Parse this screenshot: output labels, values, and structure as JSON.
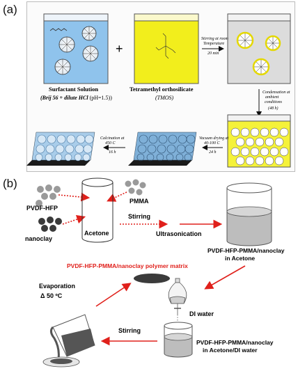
{
  "panel_a": {
    "label": "(a)",
    "plus": "+",
    "surfactant": {
      "title": "Surfactant Solution",
      "subtitle_pre": "(Brij 56 + dilute HCl",
      "subtitle_ph": " (pH=1.5))"
    },
    "tmos": {
      "title": "Tetramethyl orthosilicate",
      "subtitle": "(TMOS)"
    },
    "step_stirring": {
      "line1": "Stirring at room",
      "line2": "Temperature",
      "line3": "20 min"
    },
    "step_condensation": {
      "line1": "Condensation at",
      "line2": "ambient",
      "line3": "conditions",
      "line4": "(48 h)"
    },
    "step_vacuum": {
      "line1": "Vacuum drying at",
      "line2": "40-100  C",
      "line3": "24 h"
    },
    "step_calcination": {
      "line1": "Calcination at",
      "line2": "450  C",
      "line3": "16 h"
    }
  },
  "panel_b": {
    "label": "(b)",
    "pvdf_hfp": "PVDF-HFP",
    "pmma": "PMMA",
    "nanoclay": "nanoclay",
    "acetone": "Acetone",
    "stirring_top": "Stirring",
    "ultrasonication": "Ultrasonication",
    "product_acetone": {
      "line1": "PVDF-HFP-PMMA/nanoclay",
      "line2": "in Acetone"
    },
    "polymer_matrix": "PVDF-HFP-PMMA/nanoclay polymer matrix",
    "evaporation": "Evaporation",
    "evaporation_temp": "Δ  50 ºC",
    "di_water": "DI water",
    "stirring_bottom": "Stirring",
    "product_acetone_di": {
      "line1": "PVDF-HFP-PMMA/nanoclay",
      "line2": "in Acetone/DI water"
    }
  },
  "colors": {
    "surfactant_fill": "#8fc3ec",
    "tmos_fill": "#f2ee1c",
    "mixture_fill": "#dcdcdc",
    "condensate_fill": "#f5f23a",
    "film_blue": "#7fb0d8",
    "substrate": "#1a1a1a",
    "arrow_red": "#e0201b",
    "label_red": "#e0201b",
    "liquid_gray": "#bdbdbd",
    "dark_liquid": "#555555"
  }
}
